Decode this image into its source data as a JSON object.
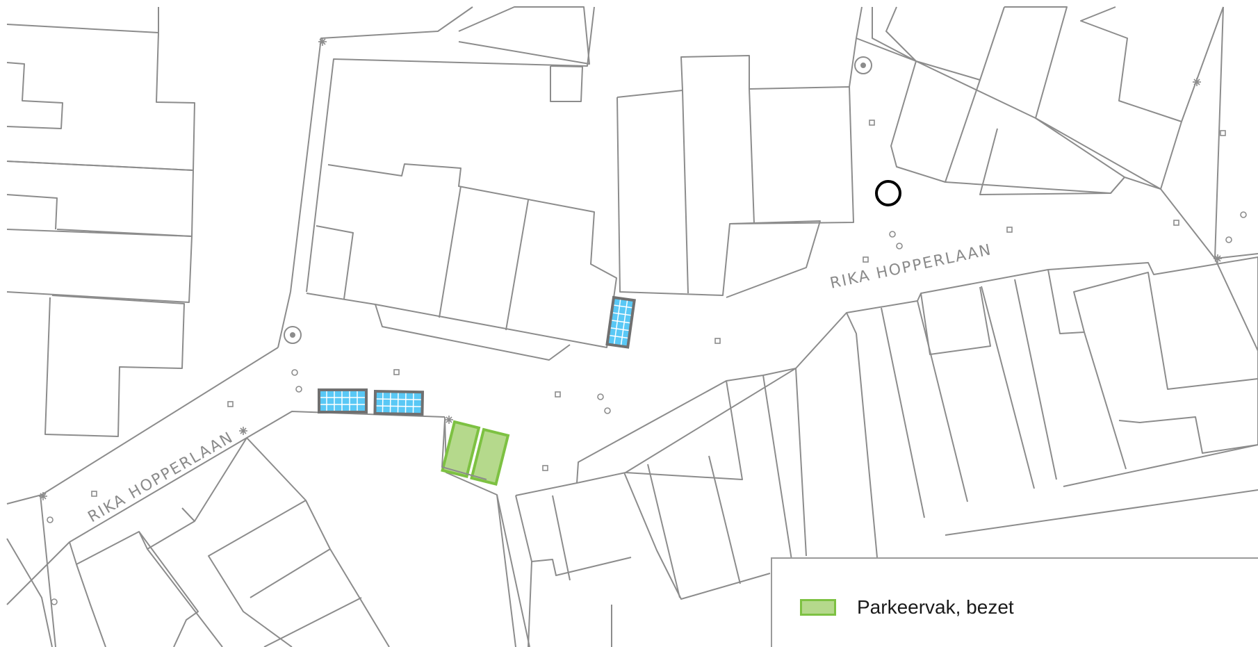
{
  "map": {
    "street_labels": {
      "upper": "RIKA HOPPERLAAN",
      "lower": "RIKA HOPPERLAAN"
    },
    "colors": {
      "line": "#8c8c8c",
      "parking_occupied_fill": "#b5d98c",
      "parking_occupied_stroke": "#7dc142",
      "bike_rack_fill": "#59c8f5",
      "bike_rack_stroke": "#707070",
      "marker": "#000000"
    },
    "icons": [
      "street-lamp-icon",
      "tree-icon",
      "bollard-icon",
      "utility-point-icon",
      "location-marker-icon"
    ]
  },
  "legend": {
    "items": [
      {
        "label": "Parkeervak, bezet",
        "swatch": "parking-occupied"
      }
    ]
  }
}
